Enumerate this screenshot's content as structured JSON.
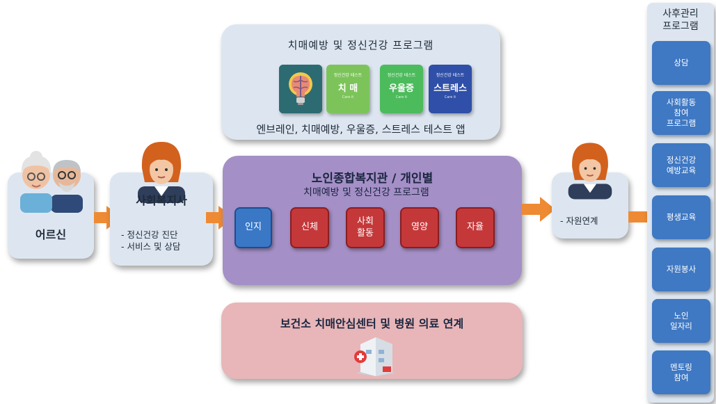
{
  "top_panel": {
    "title": "치매예방 및 정신건강 프로그램",
    "caption": "엔브레인, 치매예방, 우울증, 스트레스 테스트 앱",
    "apps": [
      {
        "icon": "brain-bulb-icon"
      },
      {
        "small": "정신건강 테스트",
        "big": "치 매",
        "tiny": "Care it"
      },
      {
        "small": "정신건강 테스트",
        "big": "우울증",
        "tiny": "Care it"
      },
      {
        "small": "정신건강 테스트",
        "big": "스트레스",
        "tiny": "Care it"
      }
    ]
  },
  "elder": {
    "label": "어르신"
  },
  "social_worker": {
    "label": "사회복지사",
    "items": "-  정신건강 진단\n-  서비스 및 상담"
  },
  "center": {
    "title": "노인종합복지관 / 개인별",
    "subtitle": "치매예방 및 정신건강 프로그램",
    "boxes": [
      "인지",
      "신체",
      "사회\n활동",
      "영양",
      "자율"
    ]
  },
  "resource": {
    "label": "-  자원연계"
  },
  "bottom_panel": {
    "title": "보건소 치매안심센터 및 병원 의료 연계"
  },
  "aftercare": {
    "title": "사후관리\n프로그램",
    "items": [
      "상담",
      "사회활동\n참여\n프로그램",
      "정신건강\n예방교육",
      "평생교육",
      "자원봉사",
      "노인\n일자리",
      "멘토링\n참여"
    ]
  },
  "colors": {
    "arrow": "#ee8a33",
    "purple": "#a48fc6",
    "pink": "#e8b6b8",
    "blue": "#3f78c3",
    "red": "#c5383a"
  }
}
